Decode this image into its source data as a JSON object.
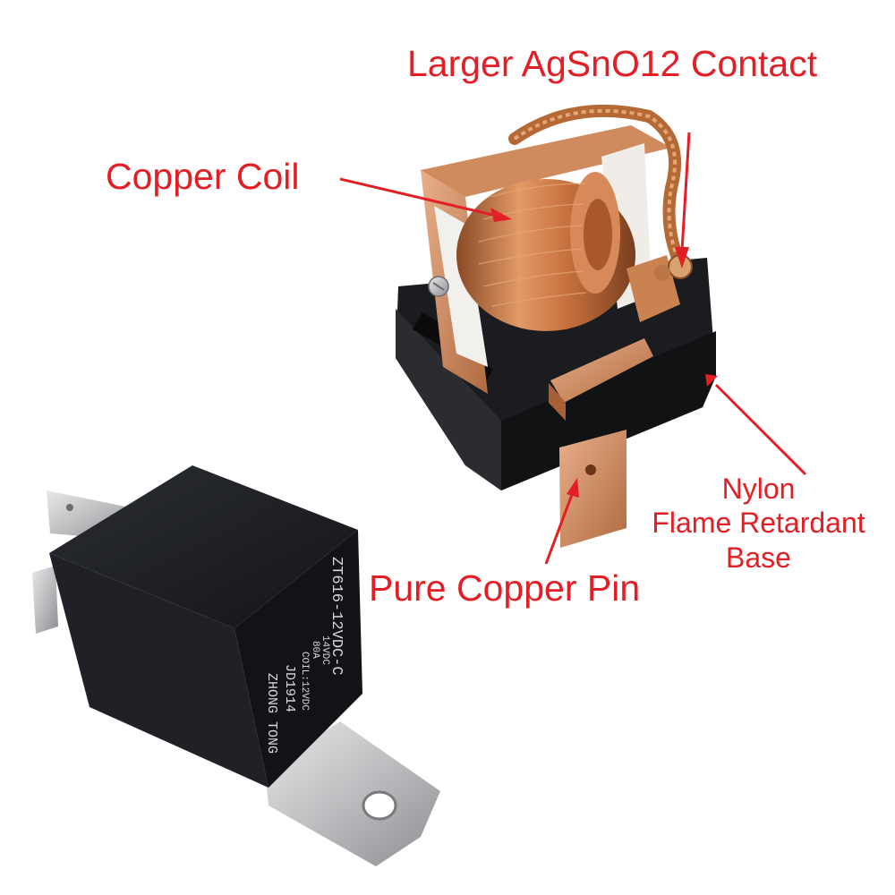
{
  "annotations": {
    "contact": "Larger AgSnO12 Contact",
    "coil": "Copper Coil",
    "pin": "Pure Copper Pin",
    "base_line1": "Nylon",
    "base_line2": "Flame Retardant",
    "base_line3": "Base"
  },
  "relay_markings": {
    "brand": "ZHONG TONG",
    "model": "JD1914",
    "coil_rating": "COIL:12VDC",
    "current": "80A",
    "voltage": "14VDC",
    "part_number": "ZT616-12VDC-C"
  },
  "colors": {
    "label": "#e31e24",
    "housing": "#1a1c20",
    "copper": "#c8784a",
    "metal": "#c9c9cb"
  }
}
